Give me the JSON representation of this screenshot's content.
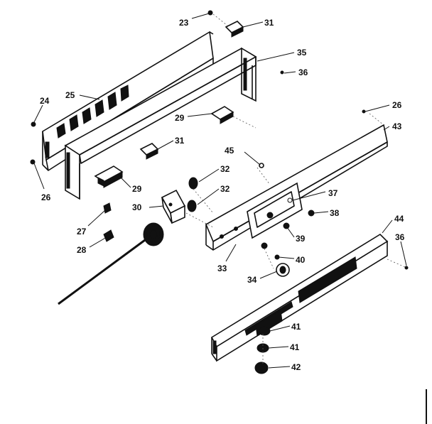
{
  "diagram": {
    "type": "exploded-parts-diagram",
    "ink_color": "#111111",
    "background_color": "#ffffff",
    "part_labels": [
      {
        "id": "l23",
        "text": "23"
      },
      {
        "id": "l31a",
        "text": "31"
      },
      {
        "id": "l35",
        "text": "35"
      },
      {
        "id": "l36a",
        "text": "36"
      },
      {
        "id": "l24",
        "text": "24"
      },
      {
        "id": "l25",
        "text": "25"
      },
      {
        "id": "l29a",
        "text": "29"
      },
      {
        "id": "l26a",
        "text": "26"
      },
      {
        "id": "l43",
        "text": "43"
      },
      {
        "id": "l31b",
        "text": "31"
      },
      {
        "id": "l45",
        "text": "45"
      },
      {
        "id": "l26b",
        "text": "26"
      },
      {
        "id": "l32a",
        "text": "32"
      },
      {
        "id": "l29b",
        "text": "29"
      },
      {
        "id": "l32b",
        "text": "32"
      },
      {
        "id": "l37",
        "text": "37"
      },
      {
        "id": "l30",
        "text": "30"
      },
      {
        "id": "l38",
        "text": "38"
      },
      {
        "id": "l27",
        "text": "27"
      },
      {
        "id": "l44",
        "text": "44"
      },
      {
        "id": "l39",
        "text": "39"
      },
      {
        "id": "l36b",
        "text": "36"
      },
      {
        "id": "l28",
        "text": "28"
      },
      {
        "id": "l40",
        "text": "40"
      },
      {
        "id": "l33",
        "text": "33"
      },
      {
        "id": "l34",
        "text": "34"
      },
      {
        "id": "l41a",
        "text": "41"
      },
      {
        "id": "l41b",
        "text": "41"
      },
      {
        "id": "l42",
        "text": "42"
      }
    ]
  }
}
